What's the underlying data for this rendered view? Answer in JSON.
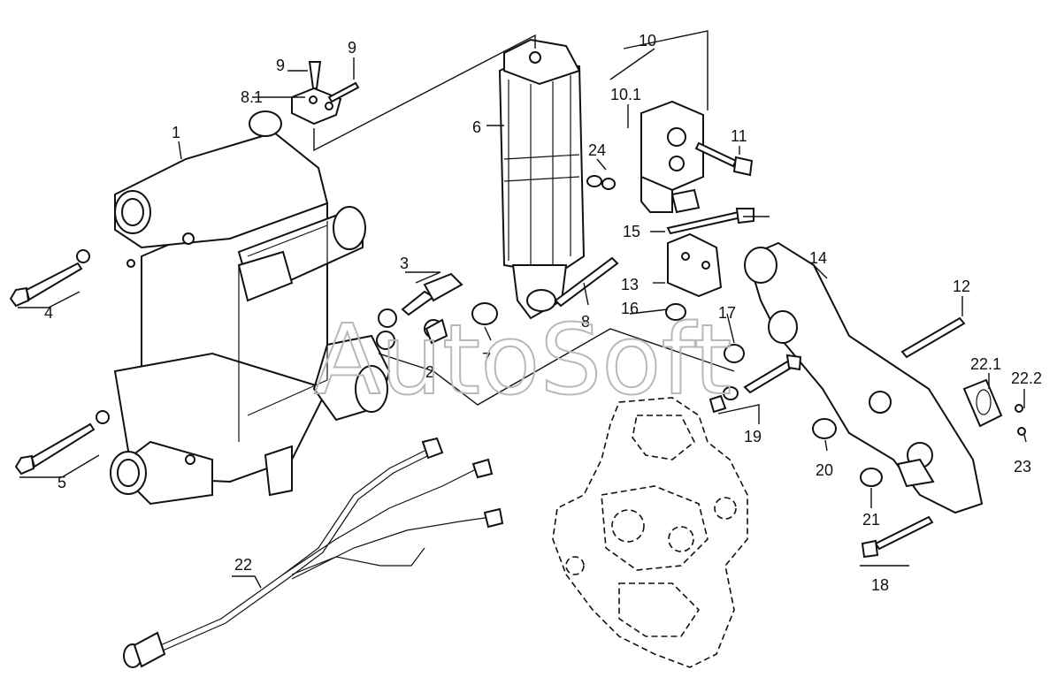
{
  "watermark": "AutoSoft",
  "labels": {
    "l1": "1",
    "l2": "2",
    "l3": "3",
    "l4": "4",
    "l5": "5",
    "l6": "6",
    "l7": "7",
    "l8": "8",
    "l8_1": "8.1",
    "l9a": "9",
    "l9b": "9",
    "l10": "10",
    "l10_1": "10.1",
    "l11": "11",
    "l12": "12",
    "l13": "13",
    "l14": "14",
    "l15": "15",
    "l16": "16",
    "l17": "17",
    "l18": "18",
    "l19": "19",
    "l20": "20",
    "l21": "21",
    "l22": "22",
    "l22_1": "22.1",
    "l22_2": "22.2",
    "l23": "23",
    "l24": "24"
  }
}
